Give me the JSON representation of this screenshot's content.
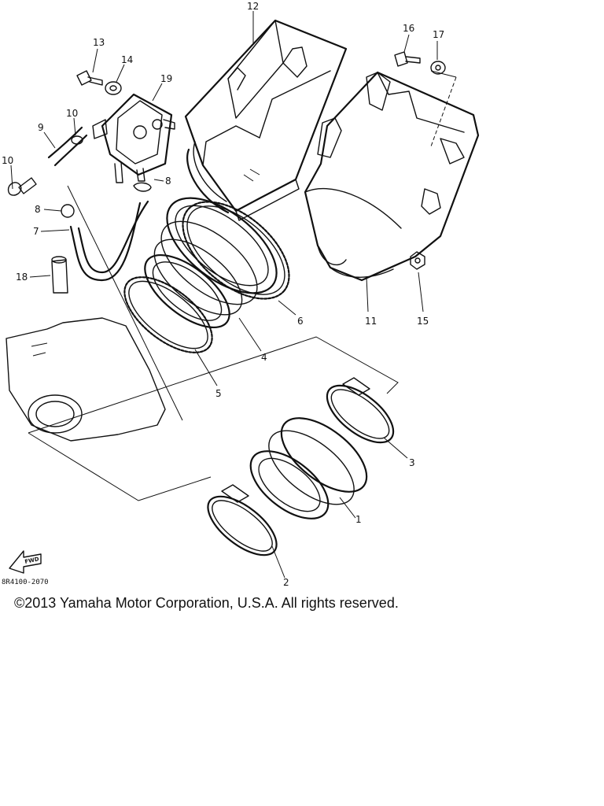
{
  "diagram": {
    "callouts": {
      "c1": "1",
      "c2": "2",
      "c3": "3",
      "c4": "4",
      "c5": "5",
      "c6": "6",
      "c7": "7",
      "c8a": "8",
      "c8b": "8",
      "c9": "9",
      "c10a": "10",
      "c10b": "10",
      "c11": "11",
      "c12": "12",
      "c13": "13",
      "c14": "14",
      "c15": "15",
      "c16": "16",
      "c17": "17",
      "c18": "18",
      "c19": "19"
    },
    "fwd_label": "FWD",
    "drawing_code": "8R4100-2070"
  },
  "footer": {
    "copyright": "©2013 Yamaha Motor Corporation, U.S.A. All rights reserved."
  }
}
